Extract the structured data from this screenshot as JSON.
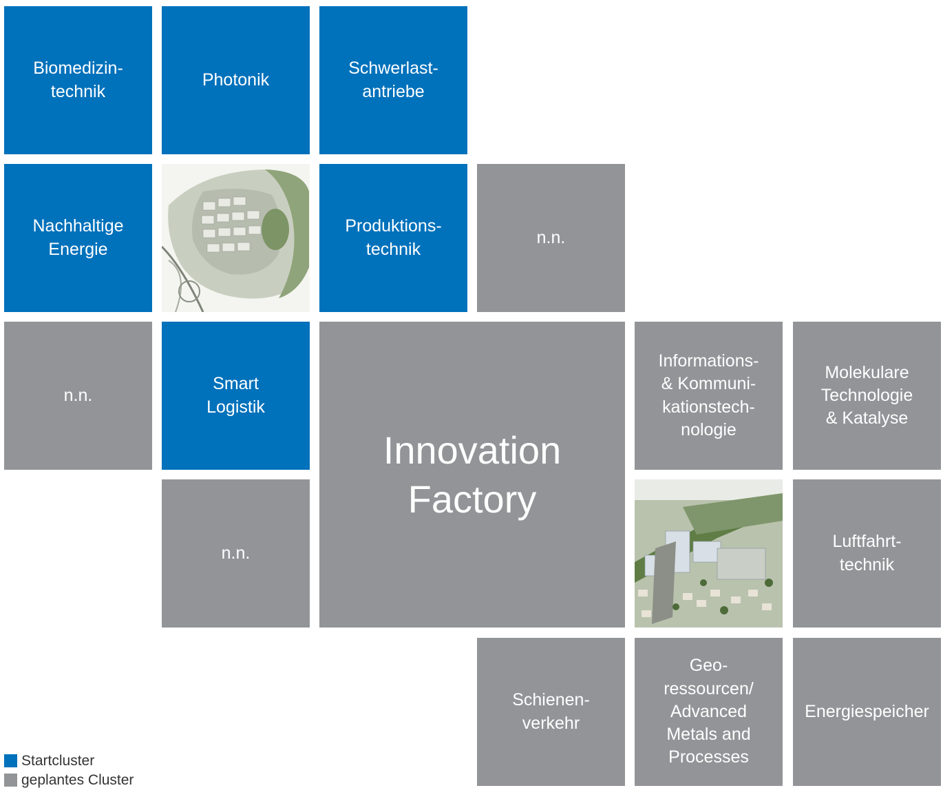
{
  "colors": {
    "start": "#0071bb",
    "planned": "#929497"
  },
  "tiles": {
    "biomedizin": "Biomedizin-\ntechnik",
    "photonik": "Photonik",
    "schwerlast": "Schwerlast-\nantriebe",
    "nachhaltige": "Nachhaltige\nEnergie",
    "produktion": "Produktions-\ntechnik",
    "nn1": "n.n.",
    "nn2": "n.n.",
    "smart": "Smart\nLogistik",
    "innovation": "Innovation\nFactory",
    "ikt": "Informations-\n& Kommuni-\nkationstech-\nnologie",
    "molekular": "Molekulare\nTechnologie\n& Katalyse",
    "nn3": "n.n.",
    "luftfahrt": "Luftfahrt-\ntechnik",
    "schienen": "Schienen-\nverkehr",
    "geo": "Geo-\nressourcen/\nAdvanced\nMetals and\nProcesses",
    "energiespeicher": "Energiespeicher"
  },
  "images": {
    "campus_plan": "campus-plan-illustration",
    "campus_aerial": "campus-aerial-rendering"
  },
  "legend": {
    "start": "Startcluster",
    "planned": "geplantes Cluster"
  }
}
